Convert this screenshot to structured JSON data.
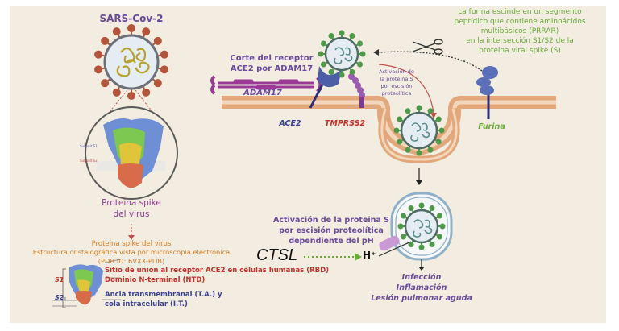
{
  "virus": {
    "title": "SARS-Cov-2",
    "spike_label_line1": "Proteina spike",
    "spike_label_line2": "del virus"
  },
  "structure": {
    "title": "Proteina spike del virus",
    "subtitle": "Estructura cristalográfica vista por microscopia electrónica",
    "pdb": "(PDB ID: 6VXX-PDB)",
    "s1": "S1",
    "s2": "S2",
    "rbd": "Sitio de unión al receptor ACE2 en células humanas (RBD)",
    "ntd": "Dominio N-terminal (NTD)",
    "ta_line1": "Ancla transmembranal (T.A.) y",
    "ta_line2": "cola intracelular (I.T.)",
    "subunit_s1_label": "Subunit S1",
    "subunit_s2_label": "Subunit S2"
  },
  "cleavage": {
    "adam_line1": "Corte del receptor",
    "adam_line2": "ACE2 por ADAM17",
    "adam17": "ADAM17",
    "ace2": "ACE2",
    "tmprss2": "TMPRSS2",
    "activation_line1": "Activación de",
    "activation_line2": "la proteina S",
    "activation_line3": "por escisión",
    "activation_line4": "proteolítica"
  },
  "furin": {
    "line1": "La furina escinde en un segmento",
    "line2": "peptídico que contiene aminoácidos",
    "line3": "multibásicos (PRRAR)",
    "line4": "en la intersección S1/S2 de la",
    "line5": "proteina viral spike (S)",
    "label": "Furina"
  },
  "endosome": {
    "activation_line1": "Activación de la proteina S",
    "activation_line2": "por escisión proteolítica",
    "activation_line3": "dependiente del pH",
    "ctsl": "CTSL",
    "proton": "H⁺",
    "outcome1": "Infección",
    "outcome2": "Inflamación",
    "outcome3": "Lesión pulmonar aguda"
  },
  "colors": {
    "panel": "#f2ede0",
    "membrane": "#e2a77a",
    "spike_red": "#b4543a",
    "spike_green": "#4f9a4a",
    "purple_text": "#6a4a9c",
    "orange_text": "#d77a22",
    "green_text": "#6aaa3a",
    "red_text": "#c3322a"
  }
}
